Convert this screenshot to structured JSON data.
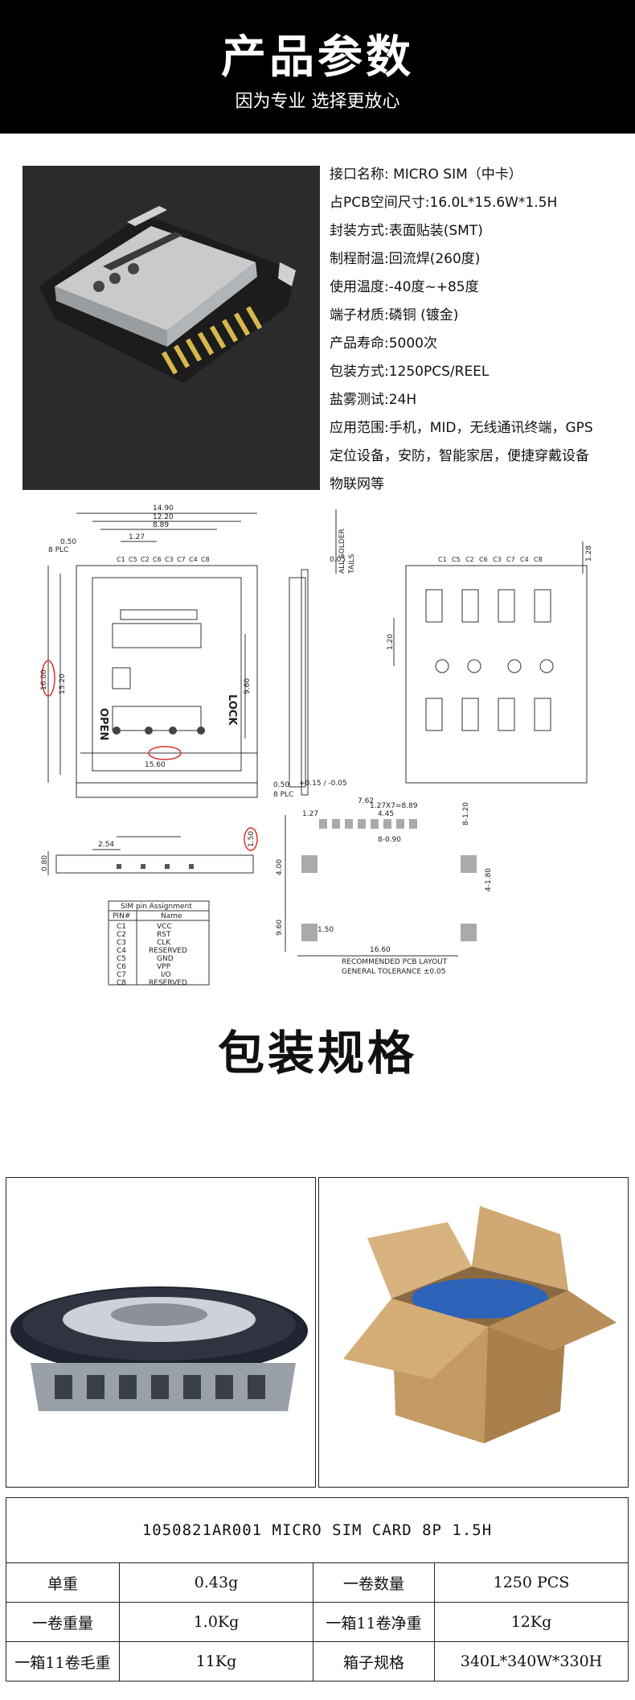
{
  "header": {
    "title": "产品参数",
    "subtitle": "因为专业 选择更放心"
  },
  "specs": [
    "接口名称: MICRO SIM（中卡）",
    "占PCB空间尺寸:16.0L*15.6W*1.5H",
    "封装方式:表面贴装(SMT)",
    "制程耐温:回流焊(260度)",
    "使用温度:-40度~+85度",
    "端子材质:磷铜 (镀金)",
    "产品寿命:5000次",
    "包装方式:1250PCS/REEL",
    "盐雾测试:24H",
    "应用范围:手机，MID，无线通讯终端，GPS",
    "定位设备，安防，智能家居，便捷穿戴设备",
    "物联网等"
  ],
  "drawing": {
    "dims": {
      "w1490": "14.90",
      "w1220": "12.20",
      "w889": "8.89",
      "w127": "1.27",
      "w050": "0.50",
      "plc8": "8 PLC",
      "h1600": "16.00",
      "h1520": "15.20",
      "h960": "9.60",
      "w1560": "15.60",
      "h120": "1.20",
      "h128": "1.28",
      "t005": "0.05",
      "t050": "0.50",
      "tol": "+0.15 / -0.05",
      "plc8b": "8 PLC",
      "allsolder": "ALL SOLDER",
      "tails": "TAILS",
      "w762": "7.62",
      "w254": "2.54",
      "h080": "0.80",
      "h150": "1.50",
      "p127x7": "1.27X7=8.89",
      "p127": "1.27",
      "p445": "4.45",
      "p8x120": "8-1.20",
      "p8x090": "8-0.90",
      "p400": "4.00",
      "p4x180": "4-1.80",
      "p960": "9.60",
      "p150": "1.50",
      "p1660": "16.60"
    },
    "pins": [
      "C1",
      "C5",
      "C2",
      "C6",
      "C3",
      "C7",
      "C4",
      "C8"
    ],
    "label_open": "OPEN",
    "label_lock": "LOCK",
    "pcb_caption": "RECOMMENDED PCB LAYOUT",
    "tolerance": "GENERAL TOLERANCE ±0.05",
    "pin_table": {
      "title": "SIM pin Assignment",
      "headers": [
        "PIN#",
        "Name"
      ],
      "rows": [
        [
          "C1",
          "VCC"
        ],
        [
          "C2",
          "RST"
        ],
        [
          "C3",
          "CLK"
        ],
        [
          "C4",
          "RESERVED"
        ],
        [
          "C5",
          "GND"
        ],
        [
          "C6",
          "VPP"
        ],
        [
          "C7",
          "I/O"
        ],
        [
          "C8",
          "RESERVED"
        ]
      ]
    }
  },
  "packaging": {
    "title": "包装规格",
    "part_title": "1050821AR001 MICRO SIM CARD 8P 1.5H",
    "rows": [
      [
        "单重",
        "0.43g",
        "一卷数量",
        "1250 PCS"
      ],
      [
        "一卷重量",
        "1.0Kg",
        "一箱11卷净重",
        "12Kg"
      ],
      [
        "一箱11卷毛重",
        "11Kg",
        "箱子规格",
        "340L*340W*330H"
      ]
    ]
  },
  "colors": {
    "header_bg": "#000000",
    "photo_bg": "#2b2b2b",
    "circle_marks": "#d9302c"
  }
}
